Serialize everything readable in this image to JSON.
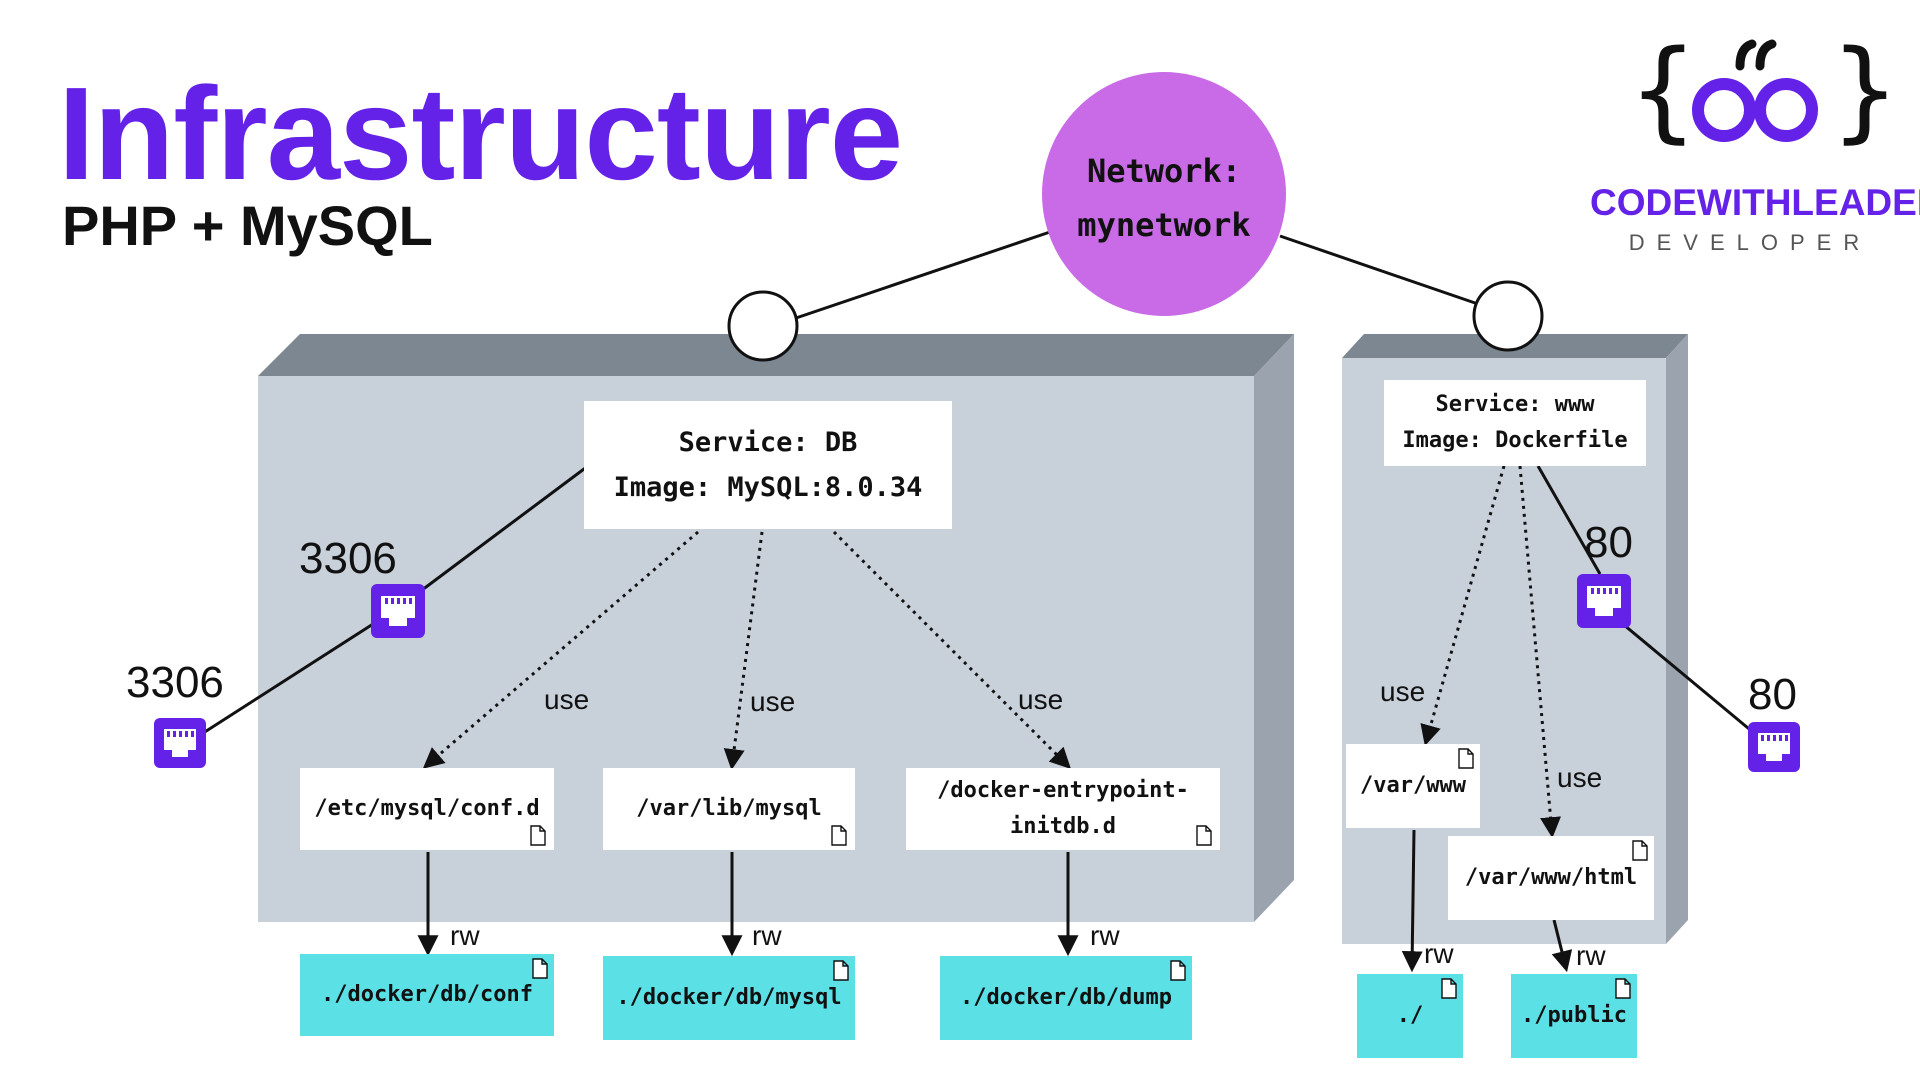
{
  "header": {
    "title": "Infrastructure",
    "subtitle": "PHP + MySQL"
  },
  "brand": {
    "name": "CODEWITHLEADER",
    "tagline": "DEVELOPER",
    "logo_glyph": "{oo}"
  },
  "network": {
    "line1": "Network:",
    "line2": "mynetwork"
  },
  "db_service": {
    "line1": "Service: DB",
    "line2": "Image: MySQL:8.0.34",
    "port_container": "3306",
    "port_host": "3306",
    "volumes": [
      {
        "container": "/etc/mysql/conf.d",
        "host": "./docker/db/conf"
      },
      {
        "container": "/var/lib/mysql",
        "host": "./docker/db/mysql"
      },
      {
        "container_line1": "/docker-entrypoint-",
        "container_line2": "initdb.d",
        "host": "./docker/db/dump"
      }
    ]
  },
  "www_service": {
    "line1": "Service: www",
    "line2": "Image: Dockerfile",
    "port_container": "80",
    "port_host": "80",
    "volumes": [
      {
        "container": "/var/www",
        "host": "./"
      },
      {
        "container": "/var/www/html",
        "host": "./public"
      }
    ]
  },
  "edge_labels": {
    "use": "use",
    "rw": "rw"
  },
  "colors": {
    "accent": "#6421e8",
    "network": "#c96be6",
    "container": "#c8d0da",
    "host_volume": "#5be0e6"
  }
}
